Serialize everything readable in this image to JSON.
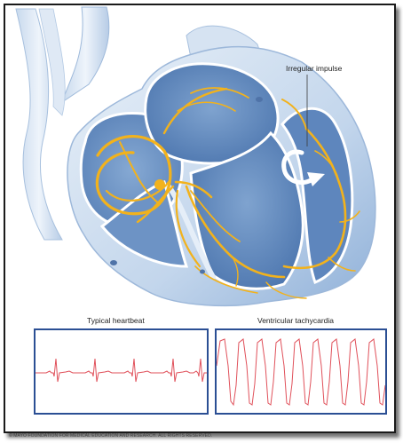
{
  "diagram": {
    "annotation": "Irregular impulse",
    "left_panel_title": "Typical heartbeat",
    "right_panel_title": "Ventricular tachycardia",
    "copyright": "© MAYO FOUNDATION FOR MEDICAL EDUCATION AND RESEARCH. ALL RIGHTS RESERVED."
  },
  "colors": {
    "heart_light": "#dbe7f4",
    "heart_mid": "#a9c3e0",
    "heart_dark": "#5f88bd",
    "conduction": "#f2b21c",
    "ecg_trace": "#e0505a",
    "panel_border": "#2b4f94"
  },
  "icons": {
    "rotation_arrow": "circular-arrow-icon"
  }
}
